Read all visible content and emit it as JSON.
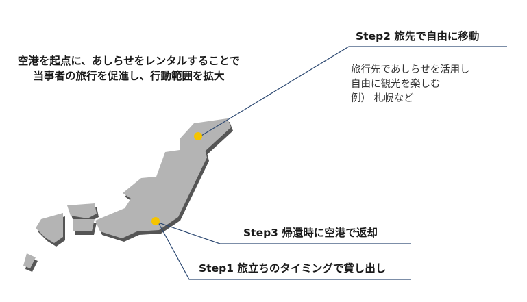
{
  "headline": {
    "line1": "空港を起点に、あしらせをレンタルすることで",
    "line2": "当事者の旅行を促進し、行動範囲を拡大"
  },
  "steps": {
    "step2": "Step2 旅先で自由に移動",
    "step3": "Step3 帰還時に空港で返却",
    "step1": "Step1 旅立ちのタイミングで貸し出し"
  },
  "step2_description": [
    "旅行先であしらせを活用し",
    "自由に観光を楽しむ",
    "例） 札幌など"
  ],
  "colors": {
    "map_fill": "#b3b3b3",
    "map_shadow": "#4a4a4a",
    "marker": "#f5c400",
    "connector": "#2e4a73"
  }
}
